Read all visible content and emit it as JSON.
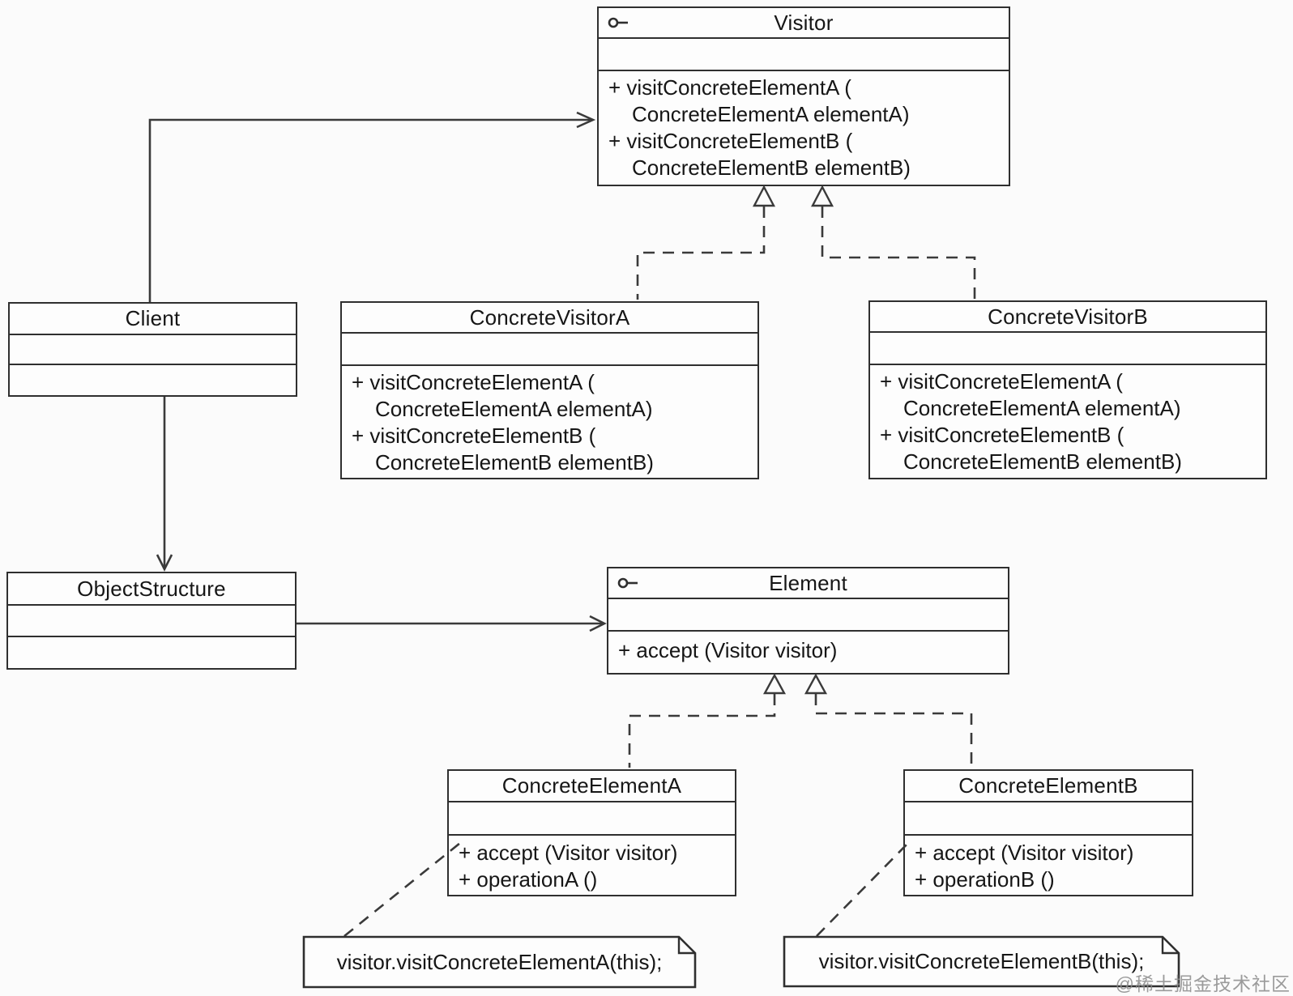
{
  "colors": {
    "line": "#2f2f2f",
    "text": "#161616",
    "canvas_bg": "#fbfbfb",
    "box_fill": "#fdfdfd",
    "watermark": "#8a8a8a"
  },
  "icons": {
    "interface_icon": "lollipop (small circle with short horizontal line)"
  },
  "classes": {
    "visitor": {
      "name": "Visitor",
      "has_interface_icon": true,
      "attributes": [],
      "method_lines": [
        "+ visitConcreteElementA (",
        "ConcreteElementA elementA)",
        "+ visitConcreteElementB (",
        "ConcreteElementB elementB)"
      ]
    },
    "client": {
      "name": "Client",
      "attributes": [],
      "method_lines": []
    },
    "concrete_visitor_a": {
      "name": "ConcreteVisitorA",
      "attributes": [],
      "method_lines": [
        "+ visitConcreteElementA (",
        "ConcreteElementA elementA)",
        "+ visitConcreteElementB (",
        "ConcreteElementB elementB)"
      ]
    },
    "concrete_visitor_b": {
      "name": "ConcreteVisitorB",
      "attributes": [],
      "method_lines": [
        "+ visitConcreteElementA (",
        "ConcreteElementA elementA)",
        "+ visitConcreteElementB (",
        "ConcreteElementB elementB)"
      ]
    },
    "object_structure": {
      "name": "ObjectStructure",
      "attributes": [],
      "method_lines": []
    },
    "element": {
      "name": "Element",
      "has_interface_icon": true,
      "attributes": [],
      "method_lines": [
        "+ accept (Visitor visitor)"
      ]
    },
    "concrete_element_a": {
      "name": "ConcreteElementA",
      "attributes": [],
      "method_lines": [
        "+ accept (Visitor visitor)",
        "+ operationA ()"
      ]
    },
    "concrete_element_b": {
      "name": "ConcreteElementB",
      "attributes": [],
      "method_lines": [
        "+ accept (Visitor visitor)",
        "+ operationB ()"
      ]
    }
  },
  "notes": {
    "note_a": {
      "text": "visitor.visitConcreteElementA(this);"
    },
    "note_b": {
      "text": "visitor.visitConcreteElementB(this);"
    }
  },
  "relationships": [
    {
      "type": "association-arrow",
      "from": "Client",
      "to": "Visitor"
    },
    {
      "type": "association-arrow",
      "from": "Client",
      "to": "ObjectStructure"
    },
    {
      "type": "association-arrow",
      "from": "ObjectStructure",
      "to": "Element"
    },
    {
      "type": "realization-dashed-hollow-triangle",
      "from": "ConcreteVisitorA",
      "to": "Visitor"
    },
    {
      "type": "realization-dashed-hollow-triangle",
      "from": "ConcreteVisitorB",
      "to": "Visitor"
    },
    {
      "type": "realization-dashed-hollow-triangle",
      "from": "ConcreteElementA",
      "to": "Element"
    },
    {
      "type": "realization-dashed-hollow-triangle",
      "from": "ConcreteElementB",
      "to": "Element"
    },
    {
      "type": "note-link-dashed",
      "from": "note_a",
      "to": "ConcreteElementA.accept"
    },
    {
      "type": "note-link-dashed",
      "from": "note_b",
      "to": "ConcreteElementB.accept"
    }
  ],
  "watermark": {
    "text": "@稀土掘金技术社区"
  }
}
